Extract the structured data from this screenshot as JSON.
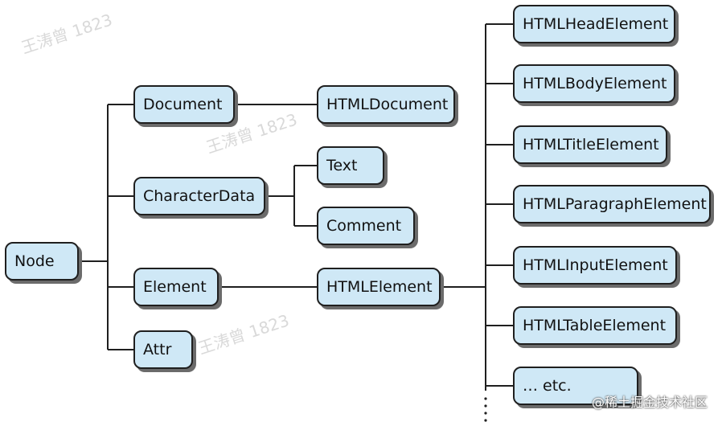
{
  "diagram": {
    "nodes": {
      "node": "Node",
      "document": "Document",
      "character_data": "CharacterData",
      "element": "Element",
      "attr": "Attr",
      "html_document": "HTMLDocument",
      "text": "Text",
      "comment": "Comment",
      "html_element": "HTMLElement",
      "html_head_element": "HTMLHeadElement",
      "html_body_element": "HTMLBodyElement",
      "html_title_element": "HTMLTitleElement",
      "html_paragraph_element": "HTMLParagraphElement",
      "html_input_element": "HTMLInputElement",
      "html_table_element": "HTMLTableElement",
      "etc": "… etc."
    },
    "watermark": "王涛曾 1823",
    "credit": "@稀土掘金技术社区",
    "colors": {
      "box_fill": "#cfe8f6",
      "box_border": "#1f1f1f",
      "shadow": "#6b6b6b",
      "line": "#1f1f1f"
    }
  }
}
